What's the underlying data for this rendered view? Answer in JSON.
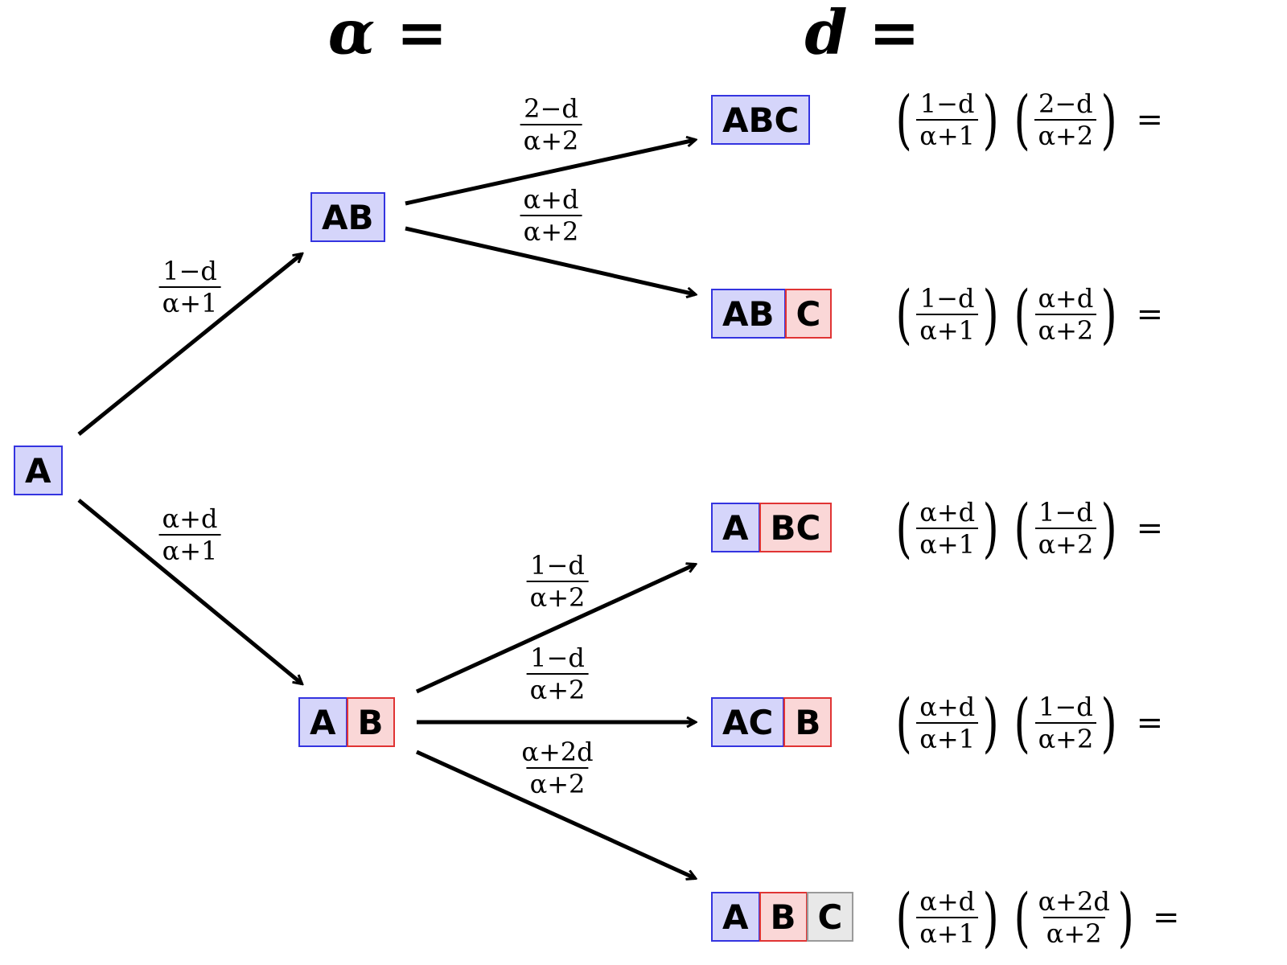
{
  "headers": {
    "alpha": "α =",
    "d": "d ="
  },
  "colors": {
    "blue_fill": "#d5d5fa",
    "blue_border": "#3434e0",
    "red_fill": "#fad7d7",
    "red_border": "#e03434",
    "gray_fill": "#e8e8e8",
    "gray_border": "#9a9a9a"
  },
  "nodes": {
    "root": [
      {
        "text": "A",
        "color": "blue"
      }
    ],
    "AB": [
      {
        "text": "AB",
        "color": "blue"
      }
    ],
    "A_B": [
      {
        "text": "A",
        "color": "blue"
      },
      {
        "text": "B",
        "color": "red"
      }
    ],
    "ABC": [
      {
        "text": "ABC",
        "color": "blue"
      }
    ],
    "AB_C": [
      {
        "text": "AB",
        "color": "blue"
      },
      {
        "text": "C",
        "color": "red"
      }
    ],
    "A_BC": [
      {
        "text": "A",
        "color": "blue"
      },
      {
        "text": "BC",
        "color": "red"
      }
    ],
    "AC_B": [
      {
        "text": "AC",
        "color": "blue"
      },
      {
        "text": "B",
        "color": "red"
      }
    ],
    "A_B_C": [
      {
        "text": "A",
        "color": "blue"
      },
      {
        "text": "B",
        "color": "red"
      },
      {
        "text": "C",
        "color": "gray"
      }
    ]
  },
  "edges": {
    "root_AB": {
      "num": "1−d",
      "den": "α+1"
    },
    "root_A_B": {
      "num": "α+d",
      "den": "α+1"
    },
    "AB_ABC": {
      "num": "2−d",
      "den": "α+2"
    },
    "AB_AB_C": {
      "num": "α+d",
      "den": "α+2"
    },
    "A_B_A_BC": {
      "num": "1−d",
      "den": "α+2"
    },
    "A_B_AC_B": {
      "num": "1−d",
      "den": "α+2"
    },
    "A_B_A_B_C": {
      "num": "α+2d",
      "den": "α+2"
    }
  },
  "products": [
    {
      "f1": {
        "num": "1−d",
        "den": "α+1"
      },
      "f2": {
        "num": "2−d",
        "den": "α+2"
      },
      "eq": "="
    },
    {
      "f1": {
        "num": "1−d",
        "den": "α+1"
      },
      "f2": {
        "num": "α+d",
        "den": "α+2"
      },
      "eq": "="
    },
    {
      "f1": {
        "num": "α+d",
        "den": "α+1"
      },
      "f2": {
        "num": "1−d",
        "den": "α+2"
      },
      "eq": "="
    },
    {
      "f1": {
        "num": "α+d",
        "den": "α+1"
      },
      "f2": {
        "num": "1−d",
        "den": "α+2"
      },
      "eq": "="
    },
    {
      "f1": {
        "num": "α+d",
        "den": "α+1"
      },
      "f2": {
        "num": "α+2d",
        "den": "α+2"
      },
      "eq": "="
    }
  ]
}
